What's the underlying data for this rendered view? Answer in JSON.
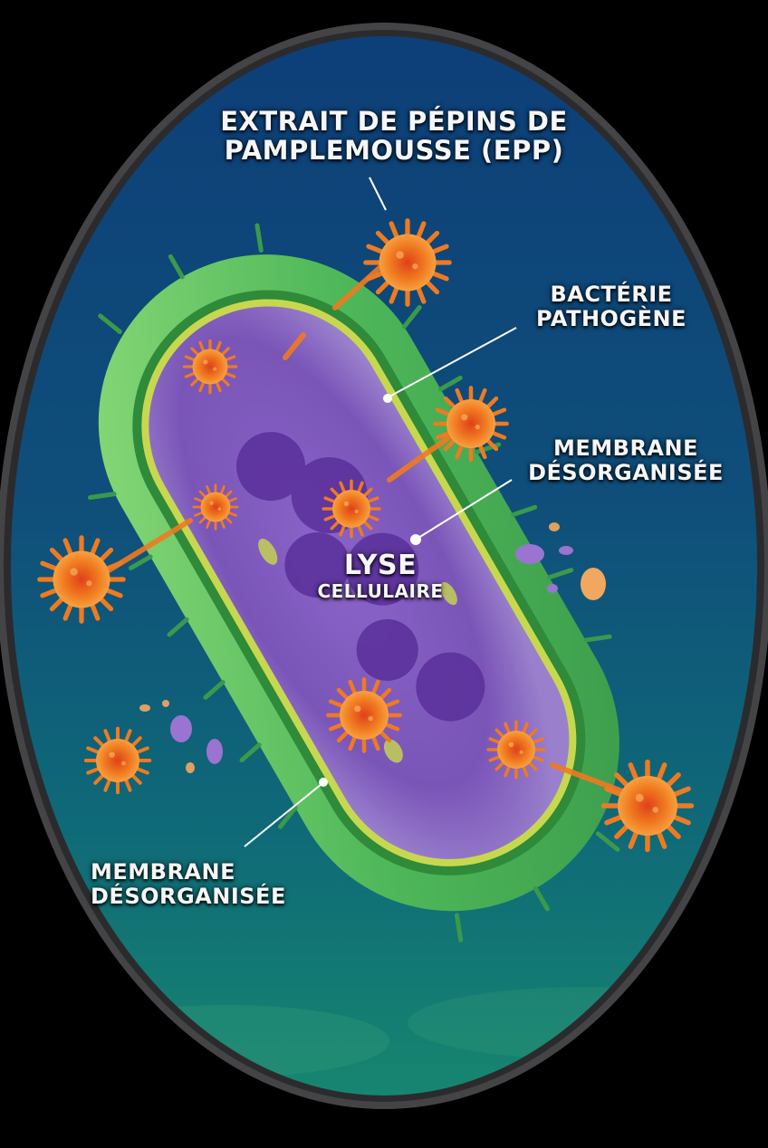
{
  "diagram": {
    "language": "fr",
    "subject": "Action de l'extrait de pépins de pamplemousse sur une bactérie",
    "labels": {
      "epp": {
        "line1": "EXTRAIT DE PÉPINS DE",
        "line2": "PAMPLEMOUSSE (EPP)"
      },
      "bacterie": {
        "line1": "BACTÉRIE",
        "line2": "PATHOGÈNE"
      },
      "membrane_right": {
        "line1": "MEMBRANE",
        "line2": "DÉSORGANISÉE"
      },
      "lyse": {
        "line1": "LYSE",
        "line2": "CELLULAIRE"
      },
      "membrane_left": {
        "line1": "MEMBRANE",
        "line2": "DÉSORGANISÉE"
      }
    },
    "icons": {
      "bacterium": "rod-shaped-bacterium-icon",
      "epp_particle": "spiked-orange-particle-icon",
      "debris": "cell-debris-icon",
      "frame": "circular-petri-lens-frame"
    },
    "colors": {
      "background_outer": "#000000",
      "lens_rim": "#4a4a4c",
      "field_top": "#0d3f78",
      "field_mid": "#0f5a7a",
      "field_bottom": "#16866f",
      "cell_wall": "#4fb85a",
      "cell_wall_light": "#8fdc7a",
      "membrane": "#c8d84e",
      "cytoplasm": "#7a55b8",
      "cytoplasm_dark": "#5a2f9a",
      "particle": "#f07a20",
      "particle_core": "#e0401a",
      "label_text": "#f4f6f8"
    }
  }
}
